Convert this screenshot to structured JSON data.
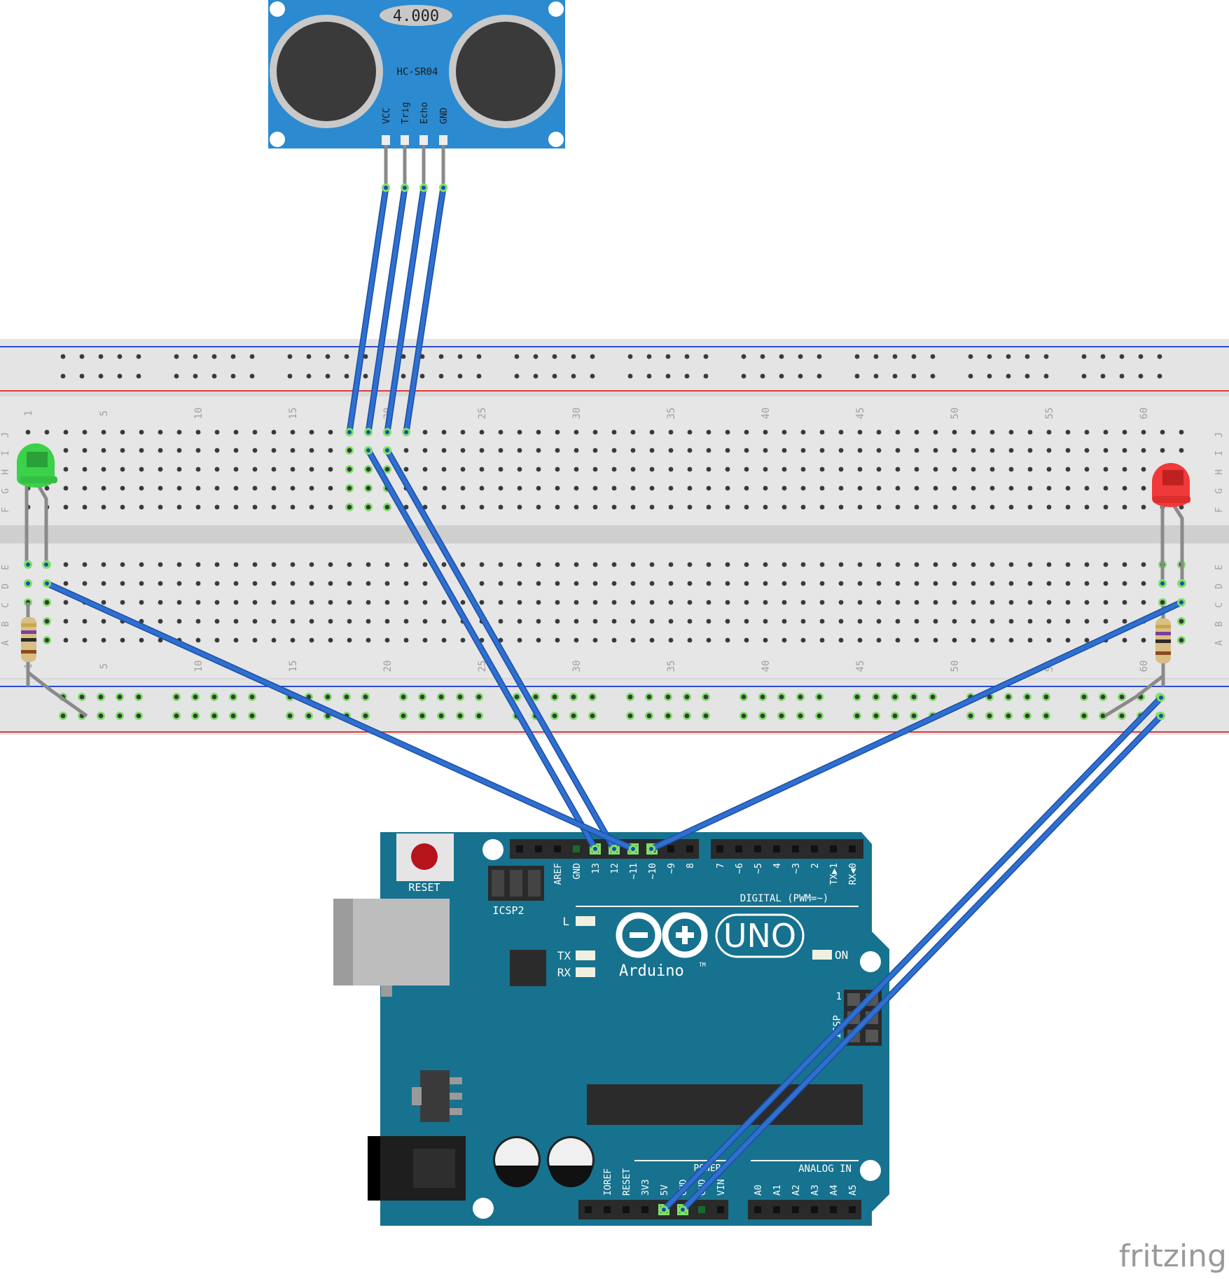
{
  "sensor": {
    "display": "4.000",
    "model": "HC-SR04",
    "pins": [
      "VCC",
      "Trig",
      "Echo",
      "GND"
    ]
  },
  "breadboard": {
    "column_labels": [
      "1",
      "5",
      "10",
      "15",
      "20",
      "25",
      "30",
      "35",
      "40",
      "45",
      "50",
      "55",
      "60"
    ],
    "row_labels_top": [
      "J",
      "I",
      "H",
      "G",
      "F"
    ],
    "row_labels_bottom": [
      "E",
      "D",
      "C",
      "B",
      "A"
    ]
  },
  "arduino": {
    "reset_label": "RESET",
    "icsp2_label": "ICSP2",
    "digital_pins": [
      "AREF",
      "GND",
      "13",
      "12",
      "~11",
      "~10",
      "~9",
      "8",
      "7",
      "~6",
      "~5",
      "4",
      "~3",
      "2",
      "TX▶1",
      "RX◀0"
    ],
    "digital_label": "DIGITAL (PWM=~)",
    "led_l": "L",
    "led_tx": "TX",
    "led_rx": "RX",
    "led_on": "ON",
    "brand": "Arduino",
    "tm": "TM",
    "model": "UNO",
    "icsp_label": "ICSP",
    "icsp_pin1": "1",
    "power_label": "POWER",
    "power_pins": [
      "IOREF",
      "RESET",
      "3V3",
      "5V",
      "GND",
      "GND",
      "VIN"
    ],
    "analog_label": "ANALOG IN",
    "analog_pins": [
      "A0",
      "A1",
      "A2",
      "A3",
      "A4",
      "A5"
    ]
  },
  "watermark": "fritzing",
  "colors": {
    "wire": "#2f6fd0",
    "board": "#16728e",
    "sensor_board": "#2b8ad0",
    "breadboard": "#dcdcdc",
    "rail_red": "#e23b3b",
    "rail_blue": "#2b4bd8",
    "led_green": "#3bd14a",
    "led_red": "#f03a3a",
    "connected_hole": "#7fe06a"
  }
}
